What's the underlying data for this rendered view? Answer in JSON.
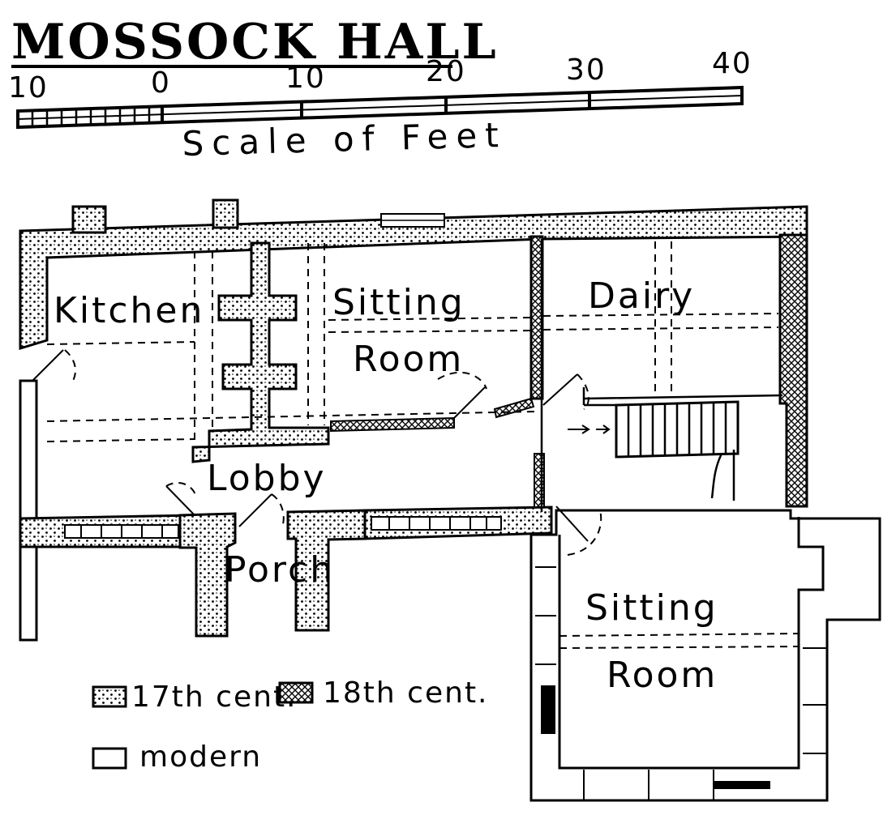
{
  "title": "MOSSOCK HALL",
  "scale": {
    "label": "Scale of Feet",
    "ticks": [
      "10",
      "0",
      "10",
      "20",
      "30",
      "40"
    ]
  },
  "rooms": {
    "kitchen": "Kitchen",
    "sitting_room_1_line1": "Sitting",
    "sitting_room_1_line2": "Room",
    "dairy": "Dairy",
    "lobby": "Lobby",
    "porch": "Porch",
    "sitting_room_2_line1": "Sitting",
    "sitting_room_2_line2": "Room"
  },
  "legend": {
    "c17": "17th cent.",
    "c18": "18th cent.",
    "modern": "modern"
  }
}
